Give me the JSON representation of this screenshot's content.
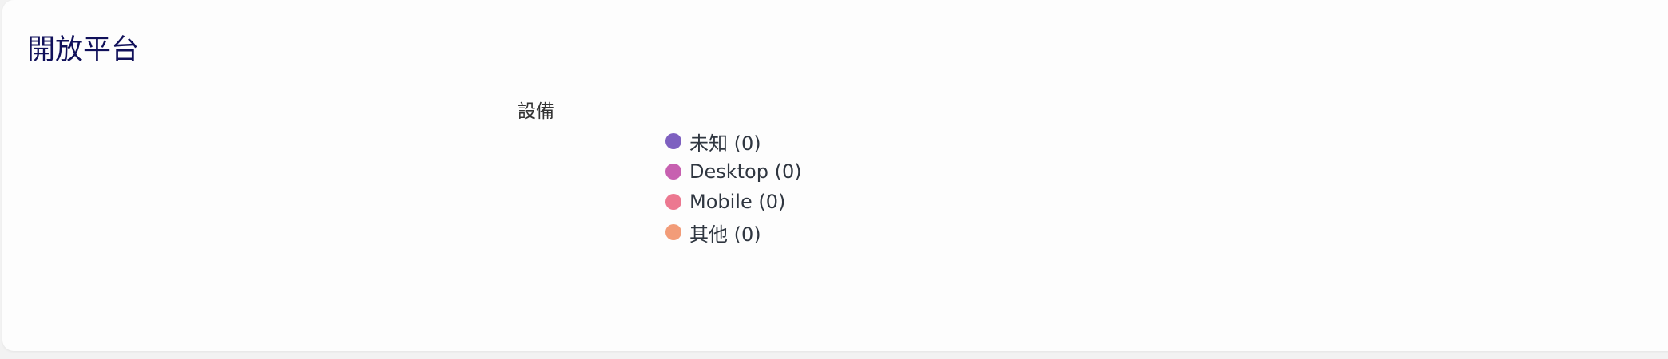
{
  "card": {
    "title": "開放平台"
  },
  "chart_data": {
    "type": "pie",
    "title": "",
    "legend_title": "設備",
    "legend_placement": "right",
    "categories": [
      "未知",
      "Desktop",
      "Mobile",
      "其他"
    ],
    "values": [
      0,
      0,
      0,
      0
    ],
    "legend_labels": [
      "未知 (0)",
      "Desktop (0)",
      "Mobile (0)",
      "其他 (0)"
    ],
    "colors": [
      "#7e60c0",
      "#c760b0",
      "#ec7890",
      "#f29c78"
    ]
  }
}
